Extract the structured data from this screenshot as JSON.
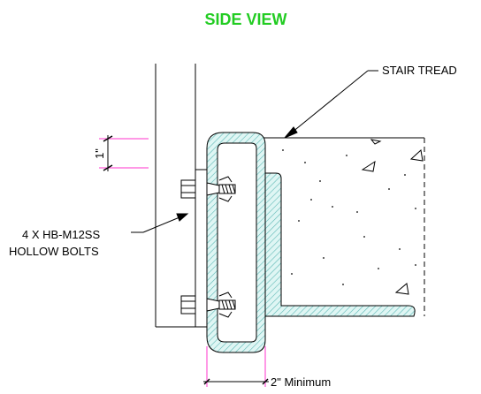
{
  "title": "SIDE VIEW",
  "labels": {
    "stair_tread": "STAIR TREAD",
    "bolts_line1": "4 X HB-M12SS",
    "bolts_line2": "HOLLOW BOLTS",
    "edge_dim": "1\"",
    "min_dim": "2\" Minimum"
  },
  "colors": {
    "title": "#22cc22",
    "line": "#000000",
    "hatch": "#5fb9b6",
    "fill": "#dff6f4",
    "dimension": "#ff33cc"
  }
}
